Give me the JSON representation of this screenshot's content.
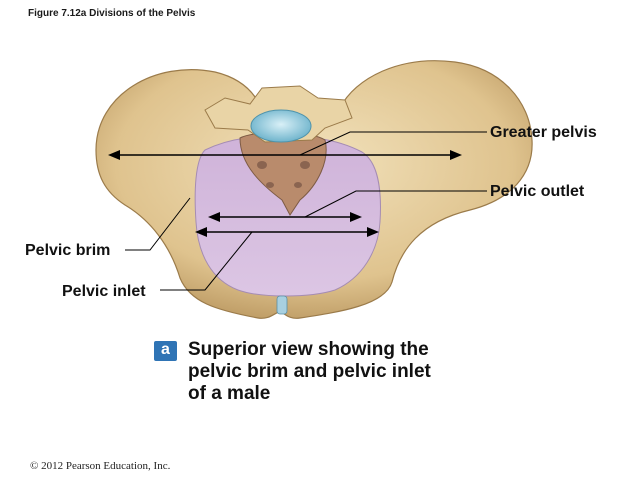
{
  "figure_title": "Figure 7.12a  Divisions of the Pelvis",
  "labels": {
    "greater_pelvis": "Greater pelvis",
    "pelvic_outlet": "Pelvic outlet",
    "pelvic_brim": "Pelvic brim",
    "pelvic_inlet": "Pelvic inlet"
  },
  "caption": {
    "badge": "a",
    "text": "Superior view showing the pelvic brim and pelvic inlet of a male"
  },
  "copyright": "© 2012 Pearson Education, Inc.",
  "colors": {
    "bone": "#e4cc9a",
    "bone_shadow": "#b08f5c",
    "cavity": "#d8bfe0",
    "sacrum": "#b88a6a",
    "disc": "#8ec9dc",
    "pubic_cartilage": "#9cc8dc"
  }
}
